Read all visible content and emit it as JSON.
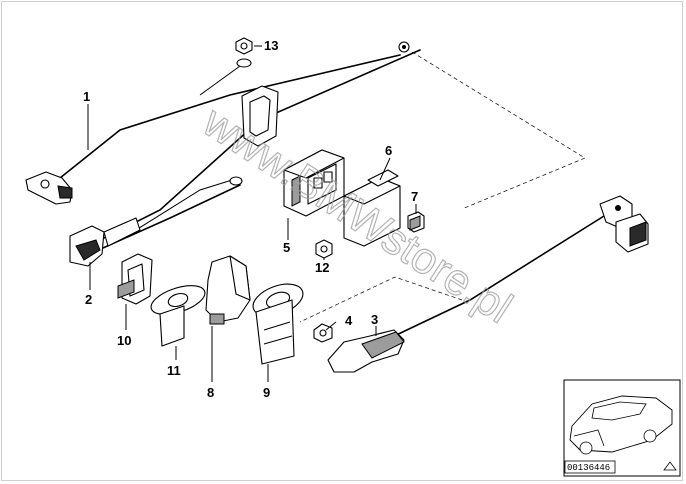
{
  "callouts": {
    "c1": "1",
    "c2": "2",
    "c3": "3",
    "c4": "4",
    "c5": "5",
    "c6": "6",
    "c7": "7",
    "c8": "8",
    "c9": "9",
    "c10": "10",
    "c11": "11",
    "c12": "12",
    "c13": "13"
  },
  "watermark": "www.BMWstore.pl",
  "reference_code": "00136446",
  "colors": {
    "line": "#000000",
    "watermark": "#9a9a9a",
    "background": "#ffffff"
  }
}
